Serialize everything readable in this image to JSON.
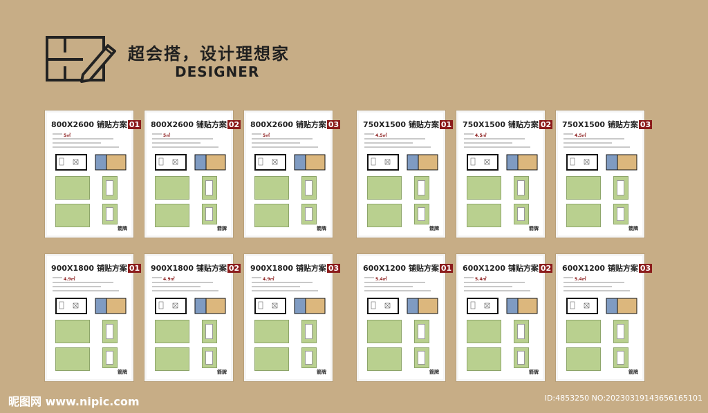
{
  "header": {
    "slogan": "超会搭，设计理想家",
    "subtitle": "DESIGNER"
  },
  "cards": [
    {
      "size": "800X2600",
      "label": "铺贴方案",
      "num": "01",
      "area": "5㎡",
      "brand": "箭牌"
    },
    {
      "size": "800X2600",
      "label": "铺贴方案",
      "num": "02",
      "area": "5㎡",
      "brand": "箭牌"
    },
    {
      "size": "800X2600",
      "label": "铺贴方案",
      "num": "03",
      "area": "5㎡",
      "brand": "箭牌"
    },
    {
      "size": "750X1500",
      "label": "铺贴方案",
      "num": "01",
      "area": "4.5㎡",
      "brand": "箭牌"
    },
    {
      "size": "750X1500",
      "label": "铺贴方案",
      "num": "02",
      "area": "4.5㎡",
      "brand": "箭牌"
    },
    {
      "size": "750X1500",
      "label": "铺贴方案",
      "num": "03",
      "area": "4.5㎡",
      "brand": "箭牌"
    },
    {
      "size": "900X1800",
      "label": "铺贴方案",
      "num": "01",
      "area": "4.9㎡",
      "brand": "箭牌"
    },
    {
      "size": "900X1800",
      "label": "铺贴方案",
      "num": "02",
      "area": "4.9㎡",
      "brand": "箭牌"
    },
    {
      "size": "900X1800",
      "label": "铺贴方案",
      "num": "03",
      "area": "4.9㎡",
      "brand": "箭牌"
    },
    {
      "size": "600X1200",
      "label": "铺贴方案",
      "num": "01",
      "area": "5.4㎡",
      "brand": "箭牌"
    },
    {
      "size": "600X1200",
      "label": "铺贴方案",
      "num": "02",
      "area": "5.4㎡",
      "brand": "箭牌"
    },
    {
      "size": "600X1200",
      "label": "铺贴方案",
      "num": "03",
      "area": "5.4㎡",
      "brand": "箭牌"
    }
  ],
  "watermark": {
    "left": "昵图网 www.nipic.com",
    "right": "ID:4853250 NO:20230319143656165101"
  },
  "colors": {
    "background": "#c7ad86",
    "accent": "#8b1b1b",
    "tile_green": "#b9d08f",
    "floor_wood": "#dcb77d",
    "wall_blue": "#7f9bc2"
  }
}
